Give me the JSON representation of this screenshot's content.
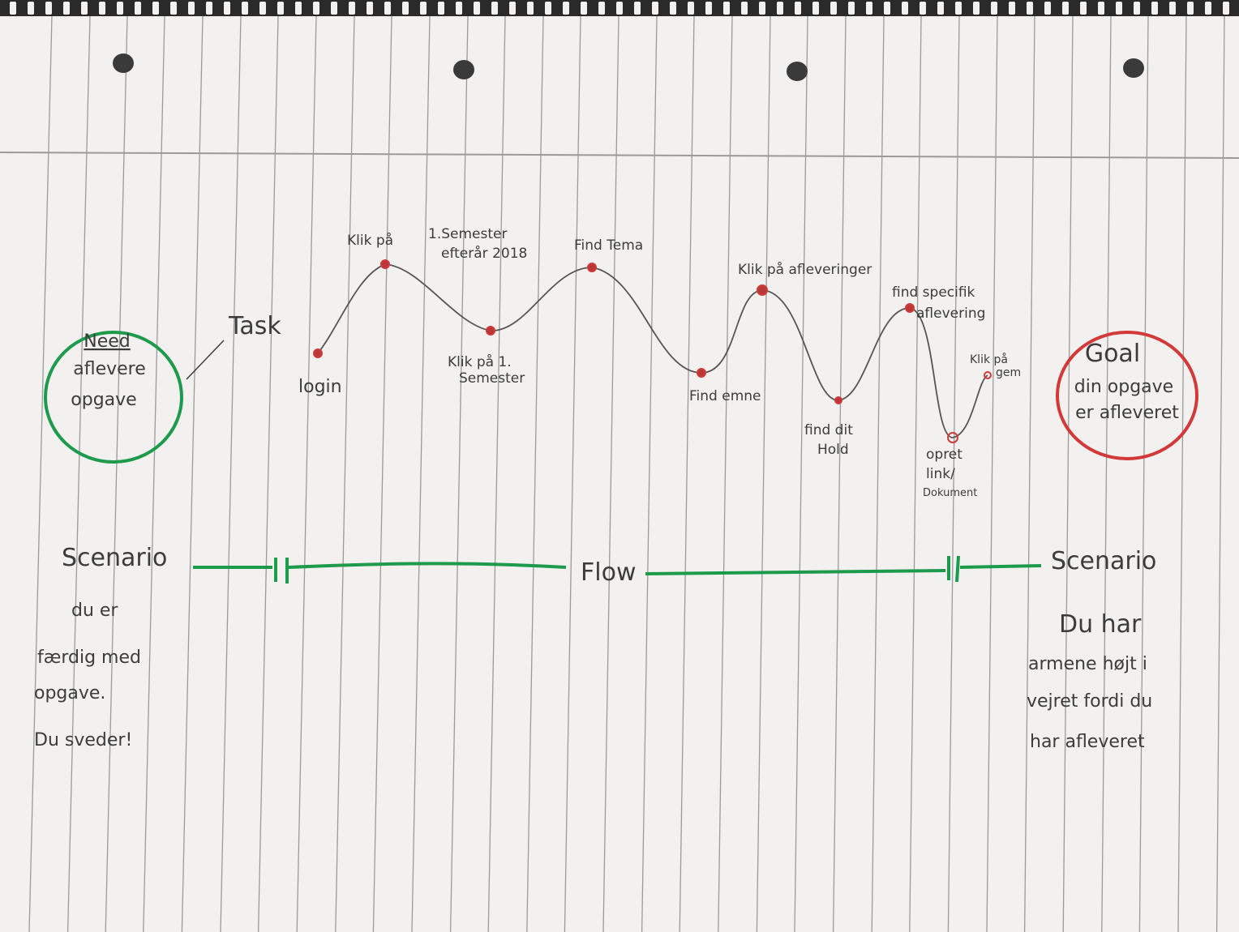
{
  "colors": {
    "paper": "#f2f1ef",
    "rule_line": "#9a9a9a",
    "ink_pencil": "#3c3c3c",
    "ink_green": "#1e9a4c",
    "ink_red": "#d23a3a",
    "point_fill": "#b8383a"
  },
  "need": {
    "title": "Need",
    "line1": "aflevere",
    "line2": "opgave"
  },
  "task_label": "Task",
  "goal": {
    "title": "Goal",
    "line1": "din opgave",
    "line2": "er afleveret"
  },
  "steps": [
    {
      "label_lines": [
        "login"
      ]
    },
    {
      "label_lines": [
        "Klik på"
      ]
    },
    {
      "label_lines": [
        "1.Semester",
        "efterår 2018"
      ]
    },
    {
      "label_lines": [
        "Klik på 1.",
        "Semester"
      ]
    },
    {
      "label_lines": [
        "Find Tema"
      ]
    },
    {
      "label_lines": [
        "Find emne"
      ]
    },
    {
      "label_lines": [
        "Klik på afleveringer"
      ]
    },
    {
      "label_lines": [
        "find dit",
        "Hold"
      ]
    },
    {
      "label_lines": [
        "find specifik",
        "aflevering"
      ]
    },
    {
      "label_lines": [
        "opret",
        "link/",
        "Dokument"
      ]
    },
    {
      "label_lines": [
        "Klik på",
        "gem"
      ]
    }
  ],
  "timeline": {
    "left_label": "Scenario",
    "center_label": "Flow",
    "right_label": "Scenario"
  },
  "scenario_left": [
    "du er",
    "færdig med",
    "opgave.",
    "Du sveder!"
  ],
  "scenario_right": [
    "Du har",
    "armene højt i",
    "vejret fordi du",
    "har afleveret"
  ]
}
